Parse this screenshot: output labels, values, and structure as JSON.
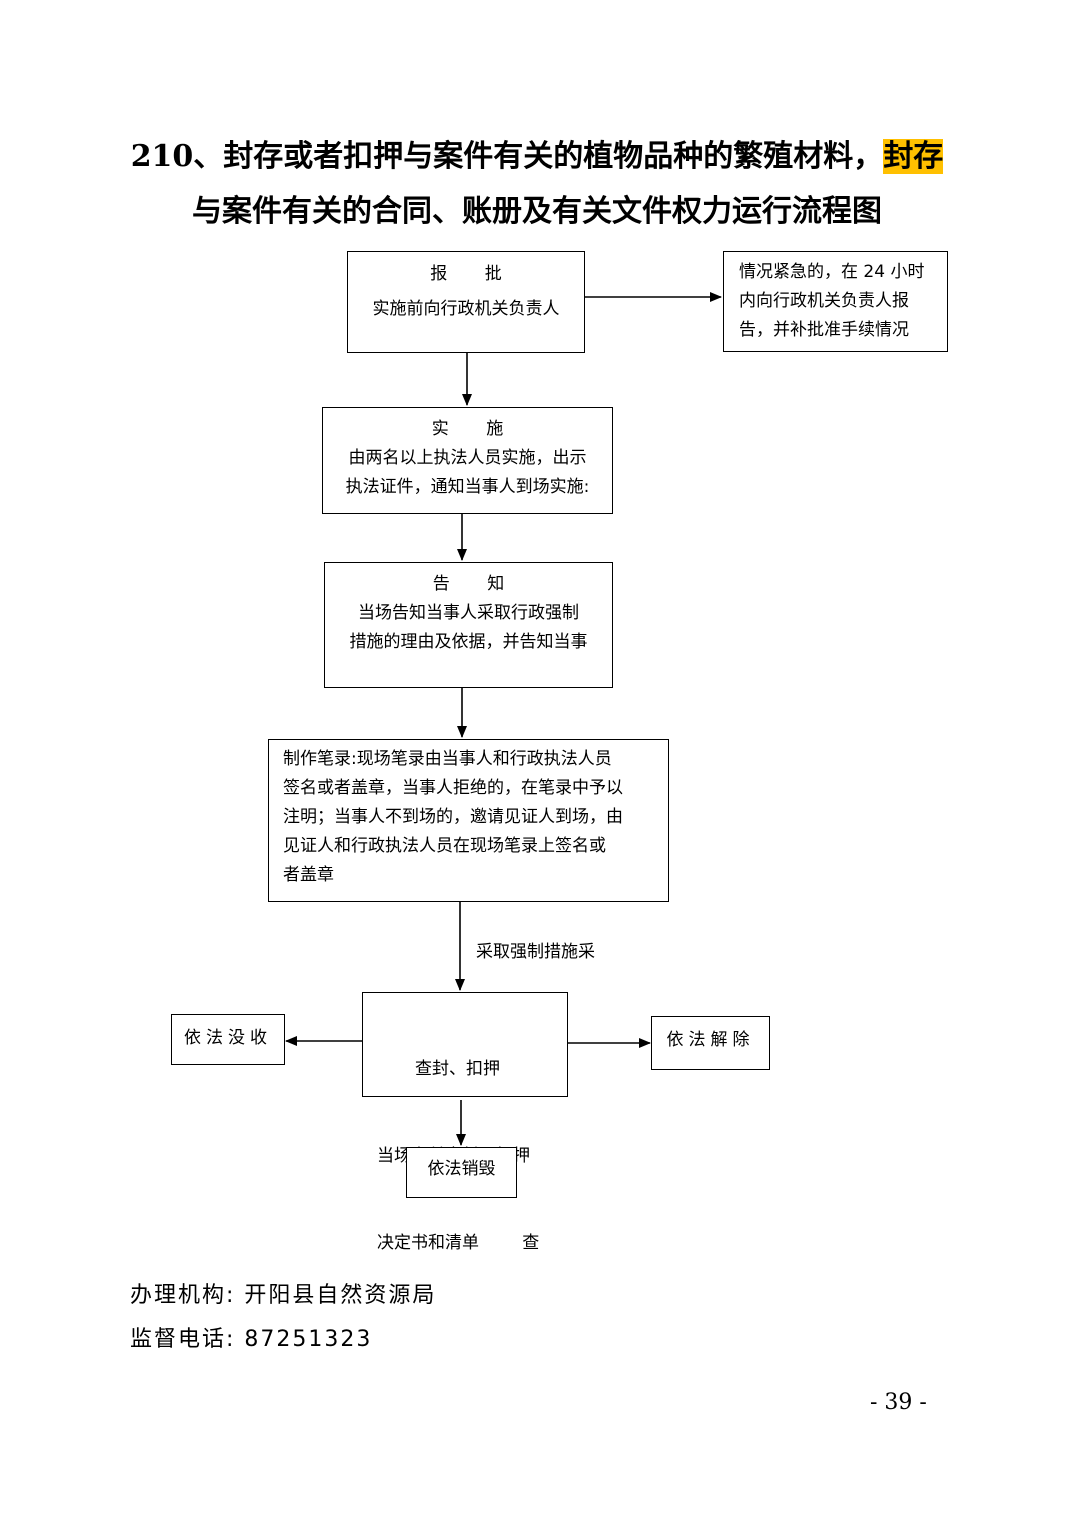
{
  "title": {
    "line1_main": "210、封存或者扣押与案件有关的植物品种的繁殖材料，",
    "line1_highlight": "封存",
    "line2": "与案件有关的合同、账册及有关文件权力运行流程图"
  },
  "nodes": {
    "approve": {
      "heading": "报  批",
      "text": "实施前向行政机关负责人"
    },
    "emergency": {
      "lines": [
        "情况紧急的，在 24 小时",
        "内向行政机关负责人报",
        "告，并补批准手续情况"
      ]
    },
    "implement": {
      "heading": "实  施",
      "lines": [
        "由两名以上执法人员实施，出示",
        "执法证件，通知当事人到场实施:"
      ]
    },
    "notify": {
      "heading": "告  知",
      "lines": [
        "当场告知当事人采取行政强制",
        "措施的理由及依据，并告知当事"
      ]
    },
    "record": {
      "lines": [
        "制作笔录:现场笔录由当事人和行政执法人员",
        "签名或者盖章，当事人拒绝的，在笔录中予以",
        "注明；当事人不到场的，邀请见证人到场，由",
        "见证人和行政执法人员在现场笔录上签名或",
        "者盖章"
      ]
    },
    "seize": {
      "lines": [
        "查封、扣押",
        "当场交付查封、扣押",
        "决定书和清单        查"
      ]
    },
    "confiscate": {
      "text": "依法没收"
    },
    "release": {
      "text": "依法解除"
    },
    "destroy": {
      "text": "依法销毁"
    }
  },
  "edge_label": "采取强制措施采",
  "footer": {
    "org": "办理机构: 开阳县自然资源局",
    "phone": "监督电话: 87251323"
  },
  "page_number": "- 39 -",
  "colors": {
    "highlight": "#ffc000",
    "line": "#000000"
  }
}
